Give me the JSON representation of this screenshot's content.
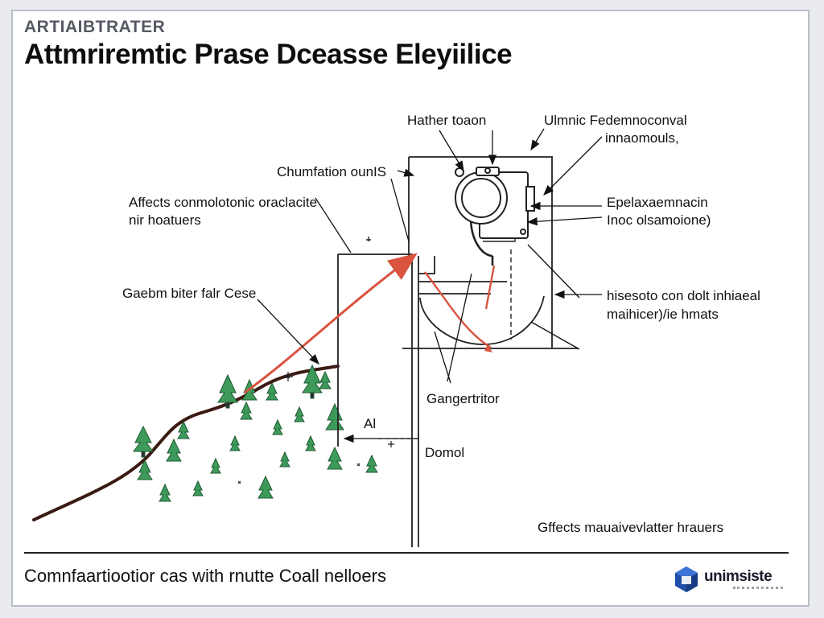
{
  "header": {
    "kicker": "ARTIAIBTRATER",
    "title": "Attmriremtic Prase Dceasse Eleyiilice"
  },
  "labels": {
    "hather_toaon": "Hather toaon",
    "ulmnic_line1": "Ulmnic Fedemnoconval",
    "ulmnic_line2": "innaomouls,",
    "chumfation": "Chumfation ounIS",
    "affects_line1": "Affects conmolotonic oraclacite",
    "affects_line2": "nir hoatuers",
    "epelaxe_line1": "Epelaxaemnacin",
    "epelaxe_line2": "Inoc olsamoione)",
    "gaebm": "Gaebm biter falr Cese",
    "hisesoto_line1": "hisesoto con dolt inhiaeal",
    "hisesoto_line2": "maihicer)/ie hmats",
    "gangertritor": "Gangertritor",
    "al_mark": "Al",
    "domol": "Domol",
    "effects_bottom": "Gffects mauaivevlatter hrauers"
  },
  "footer": {
    "caption": "Comnfaartiootior cas with rnutte Coall nelloers",
    "logo_text": "unimsiste"
  },
  "colors": {
    "flow_arrow": "#d9533f",
    "tree": "#3d9a5a",
    "terrain": "#3a1a12",
    "logo_blue": "#1f4fa8"
  }
}
